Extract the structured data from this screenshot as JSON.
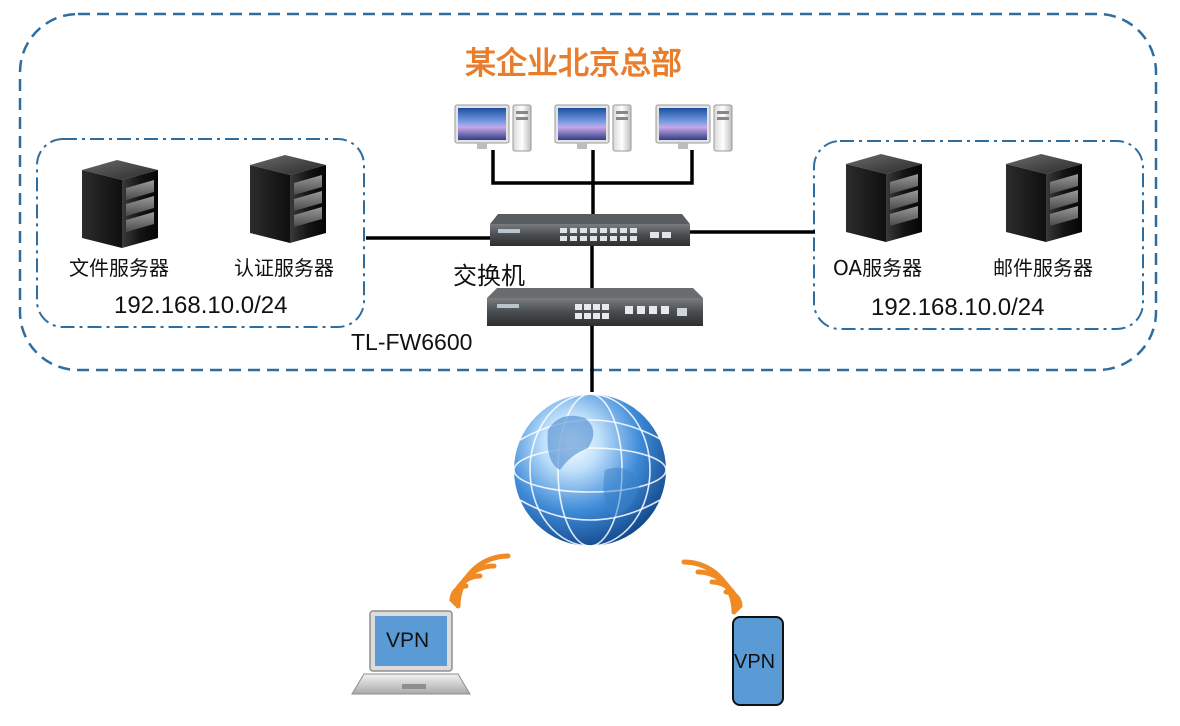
{
  "title": "某企业北京总部",
  "switch_label": "交换机",
  "firewall_label": "TL-FW6600",
  "left_group": {
    "servers": [
      "文件服务器",
      "认证服务器"
    ],
    "subnet": "192.168.10.0/24"
  },
  "right_group": {
    "servers": [
      "OA服务器",
      "邮件服务器"
    ],
    "subnet": "192.168.10.0/24"
  },
  "laptop_label": "VPN",
  "phone_label": "VPN",
  "colors": {
    "title": "#ea7d2c",
    "dashed_border": "#2f6d9e",
    "wireless": "#f08a24",
    "phone": "#5b9bd5"
  }
}
